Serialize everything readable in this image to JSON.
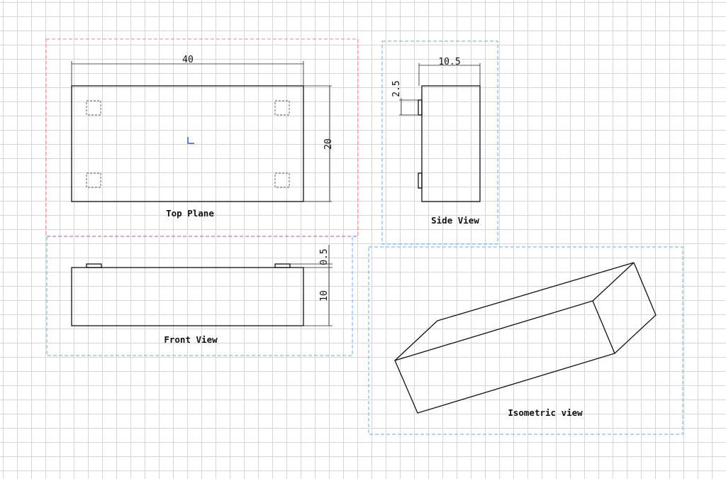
{
  "views": {
    "top": {
      "label": "Top Plane",
      "dim_width": "40",
      "dim_height": "20"
    },
    "side": {
      "label": "Side View",
      "dim_width": "10.5",
      "dim_tab": "2.5"
    },
    "front": {
      "label": "Front View",
      "dim_tab": "0.5",
      "dim_height": "10"
    },
    "iso": {
      "label": "Isometric view"
    }
  },
  "colors": {
    "top_frame": "#f0868e",
    "view_frame": "#6aaee8",
    "origin_marker": "#1e5ee8",
    "grid": "#d6d6d6",
    "line": "#111111"
  }
}
